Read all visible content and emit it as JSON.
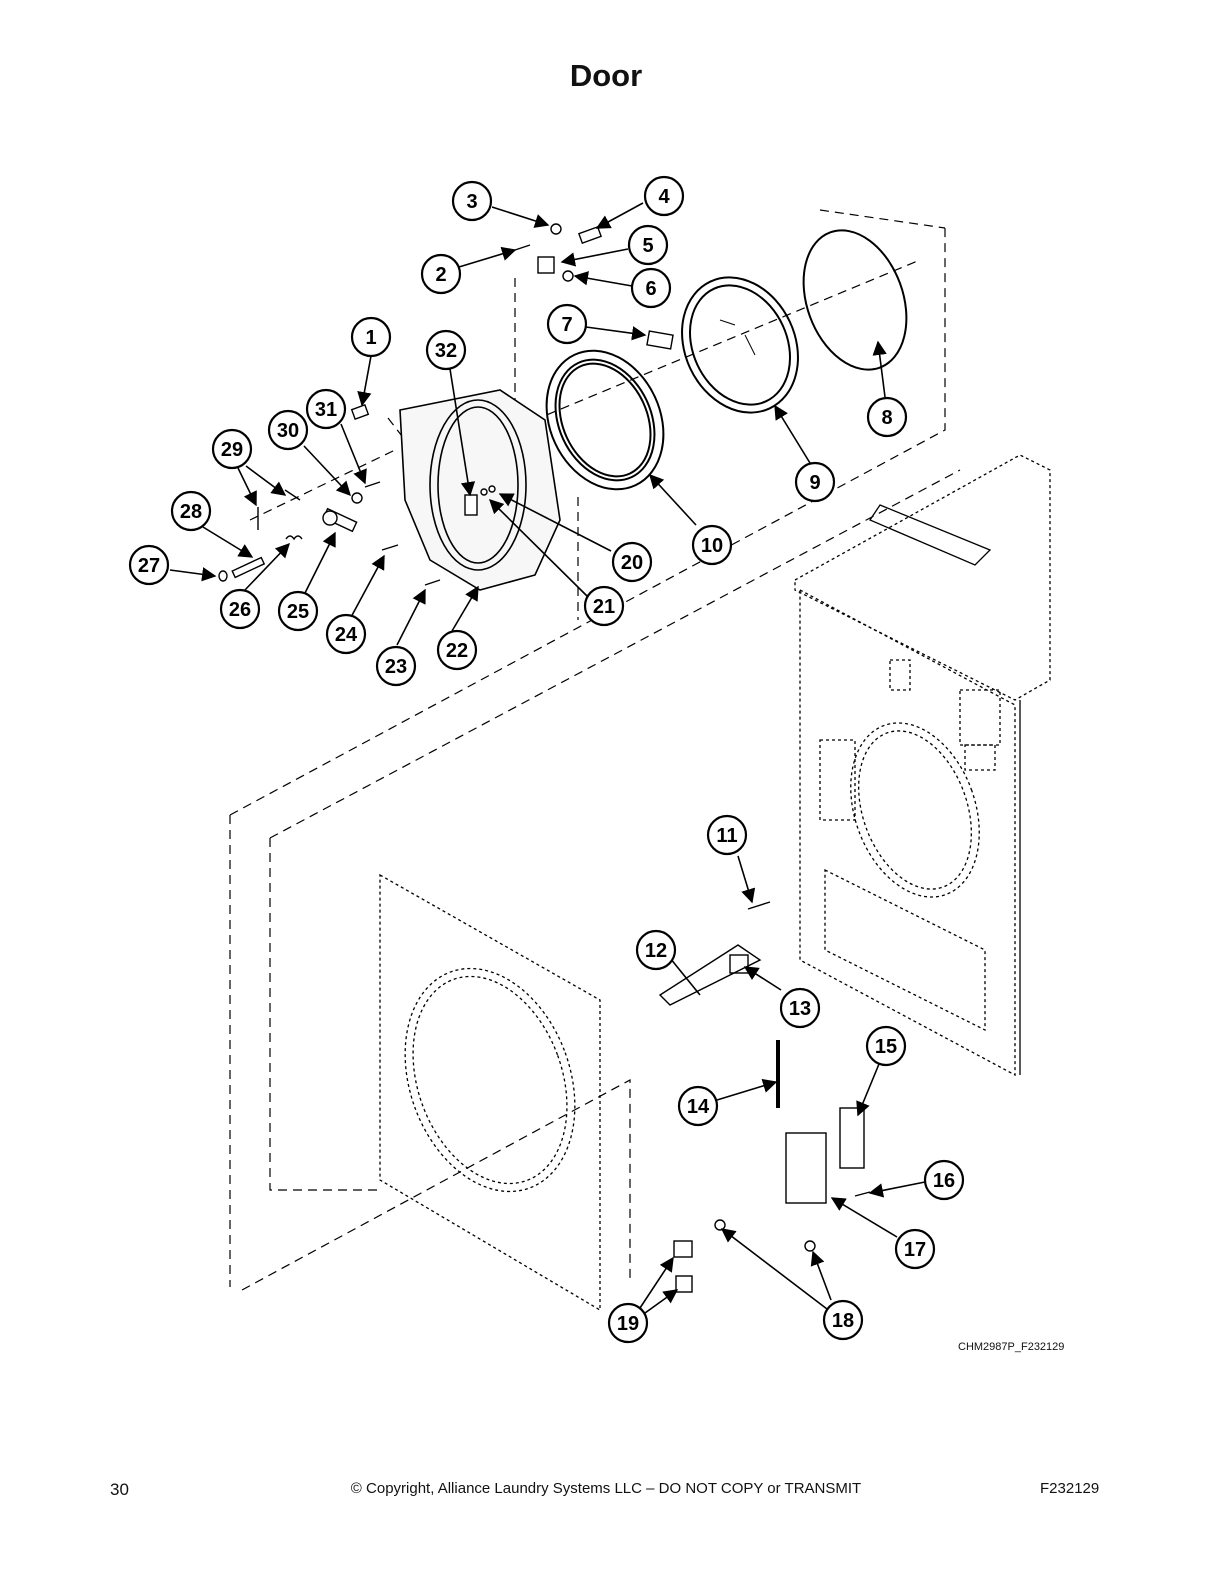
{
  "title": "Door",
  "diagram_ref": "CHM2987P_F232129",
  "footer": {
    "page_number": "30",
    "copyright": "© Copyright, Alliance Laundry Systems LLC – DO NOT COPY or TRANSMIT",
    "doc_code": "F232129"
  },
  "callouts": [
    "1",
    "2",
    "3",
    "4",
    "5",
    "6",
    "7",
    "8",
    "9",
    "10",
    "11",
    "12",
    "13",
    "14",
    "15",
    "16",
    "17",
    "18",
    "19",
    "20",
    "21",
    "22",
    "23",
    "24",
    "25",
    "26",
    "27",
    "28",
    "29",
    "30",
    "31",
    "32"
  ]
}
